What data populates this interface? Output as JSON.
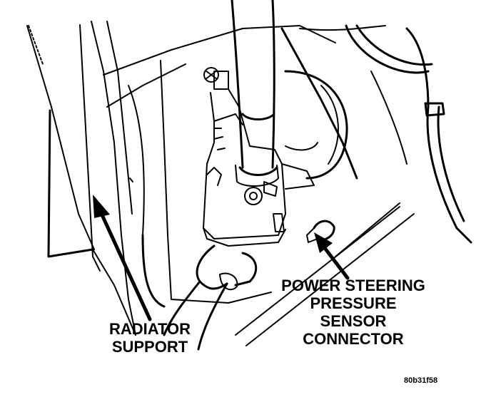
{
  "callouts": {
    "radiator_support": [
      "RADIATOR",
      "SUPPORT"
    ],
    "power_steering_pressure_sensor_connector": [
      "POWER STEERING",
      "PRESSURE",
      "SENSOR",
      "CONNECTOR"
    ]
  },
  "figure_code": "80b31f58",
  "colors": {
    "ink": "#000000",
    "paper": "#ffffff",
    "shadow": "#bdbdbd"
  }
}
